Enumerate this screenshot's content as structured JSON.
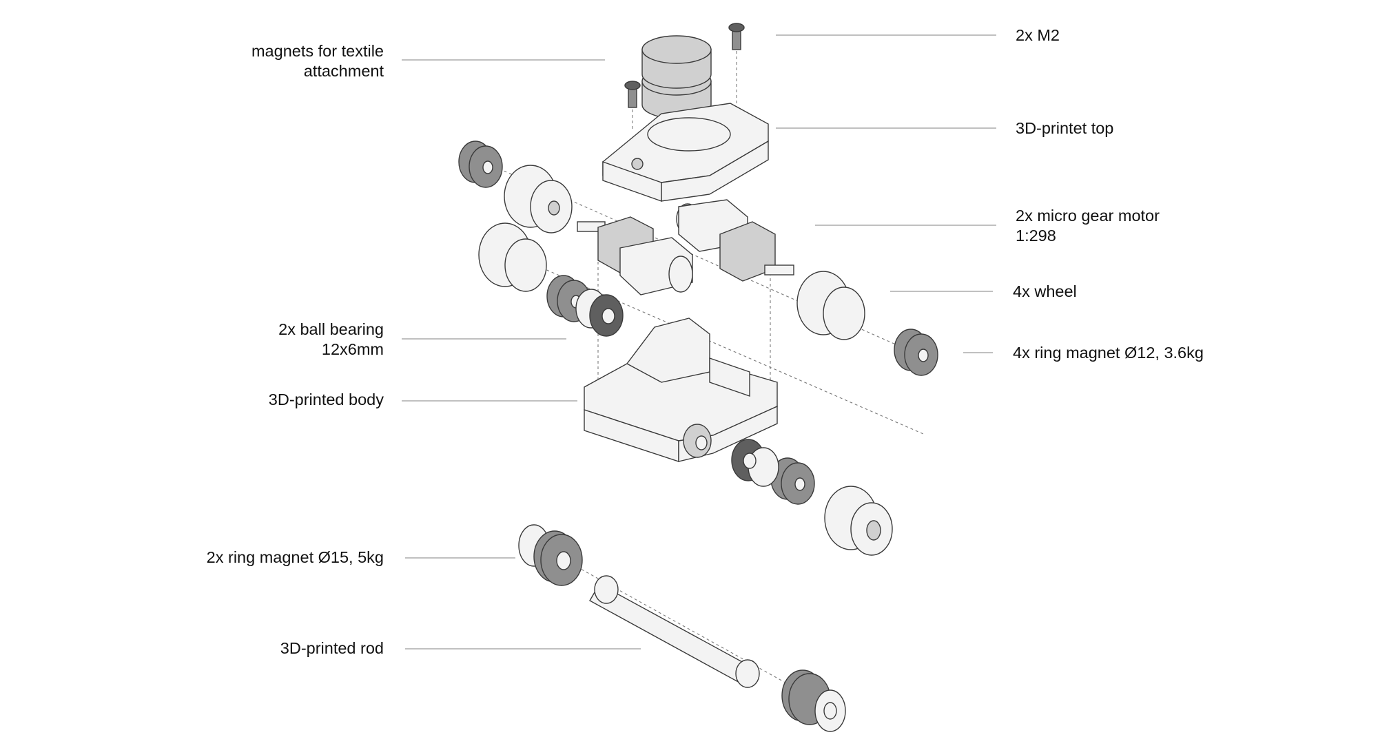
{
  "labels_left": [
    {
      "id": "magnets-textile",
      "lines": [
        "magnets for textile",
        "attachment"
      ]
    },
    {
      "id": "ball-bearing",
      "lines": [
        "2x ball bearing",
        "12x6mm"
      ]
    },
    {
      "id": "body",
      "lines": [
        "3D-printed body"
      ]
    },
    {
      "id": "ring-magnet-15",
      "lines": [
        "2x ring magnet Ø15, 5kg"
      ]
    },
    {
      "id": "rod",
      "lines": [
        "3D-printed rod"
      ]
    }
  ],
  "labels_right": [
    {
      "id": "m2",
      "lines": [
        "2x M2"
      ]
    },
    {
      "id": "top",
      "lines": [
        "3D-printet top"
      ]
    },
    {
      "id": "gear-motor",
      "lines": [
        "2x micro gear motor",
        "1:298"
      ]
    },
    {
      "id": "wheel",
      "lines": [
        "4x wheel"
      ]
    },
    {
      "id": "ring-magnet-12",
      "lines": [
        "4x ring magnet Ø12, 3.6kg"
      ]
    }
  ],
  "colors": {
    "leader": "#9a9a9a",
    "outline": "#3a3a3a",
    "light_fill": "#f2f2f2",
    "mid_fill": "#cfcfcf",
    "dark_fill": "#8a8a8a",
    "darkest_fill": "#5e5e5e"
  }
}
